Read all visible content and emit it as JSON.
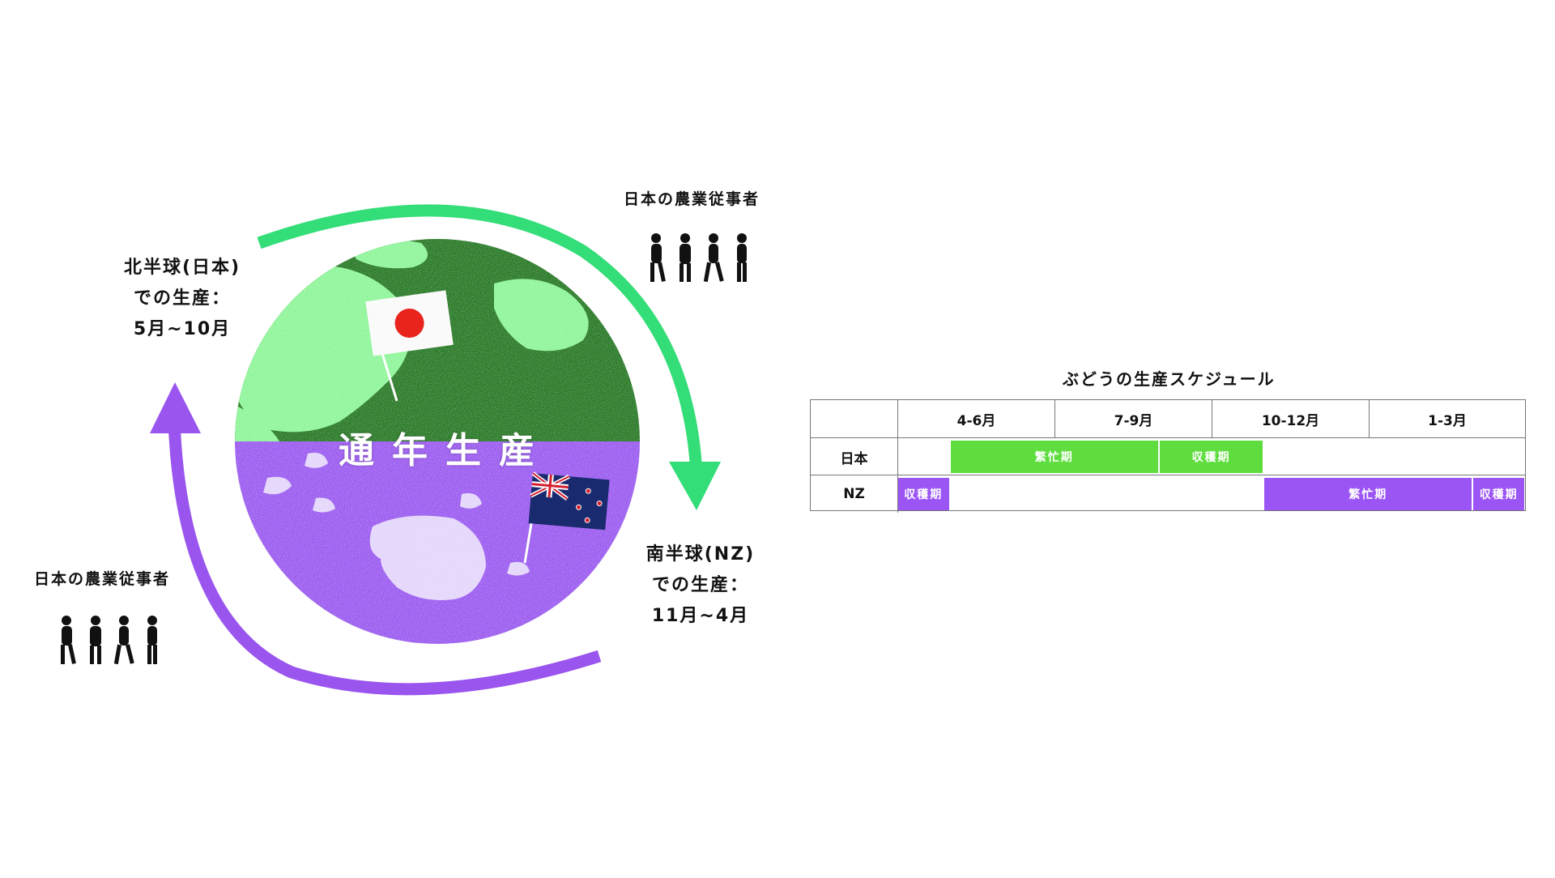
{
  "diagram": {
    "center_label": "通年生産",
    "north_label_lines": [
      "北半球(日本)",
      "での生産：",
      "5月~10月"
    ],
    "south_label_lines": [
      "南半球(NZ)",
      "での生産：",
      "11月~4月"
    ],
    "workers_top_title": "日本の農業従事者",
    "workers_bottom_title": "日本の農業従事者",
    "colors": {
      "north_arrow": "#33dd77",
      "south_arrow": "#9955ee",
      "globe_land_dark": "#2a7a28",
      "globe_land_light": "#8ff59a",
      "globe_south": "#9b5cf0",
      "globe_south_light": "#e4d6fb"
    }
  },
  "schedule": {
    "title": "ぶどうの生産スケジュール",
    "columns": [
      "4-6月",
      "7-9月",
      "10-12月",
      "1-3月"
    ],
    "rows": [
      {
        "label": "日本",
        "bars": [
          {
            "label": "繁忙期",
            "start_month_index": 1,
            "end_month_index": 5,
            "color": "#5fdd3f"
          },
          {
            "label": "収穫期",
            "start_month_index": 5,
            "end_month_index": 7,
            "color": "#5fdd3f"
          }
        ]
      },
      {
        "label": "NZ",
        "bars": [
          {
            "label": "収穫期",
            "start_month_index": 0,
            "end_month_index": 1,
            "color": "#9b55f5"
          },
          {
            "label": "繁忙期",
            "start_month_index": 7,
            "end_month_index": 11,
            "color": "#9b55f5"
          },
          {
            "label": "収穫期",
            "start_month_index": 11,
            "end_month_index": 12,
            "color": "#9b55f5"
          }
        ]
      }
    ]
  }
}
